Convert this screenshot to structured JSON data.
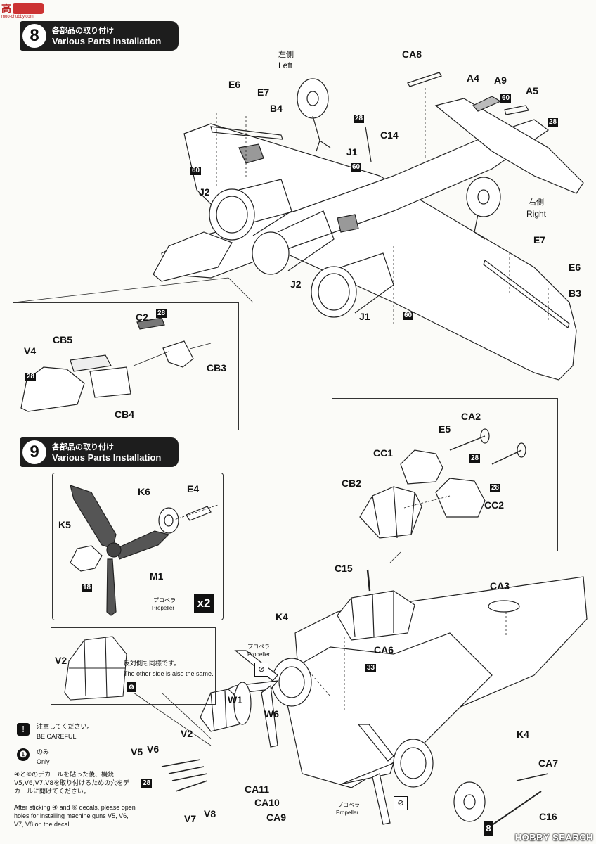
{
  "watermark": {
    "left_cn": "高",
    "left_sub": "moo-chubby.com",
    "right": "HOBBY SEARCH"
  },
  "step8": {
    "number": "8",
    "title_jp": "各部品の取り付け",
    "title_en": "Various Parts Installation",
    "labels": {
      "ca8": "CA8",
      "a4": "A4",
      "a9": "A9",
      "a5": "A5",
      "left_jp": "左側",
      "left_en": "Left",
      "e6": "E6",
      "e7": "E7",
      "b4": "B4",
      "c14": "C14",
      "j1_top": "J1",
      "j2_top": "J2",
      "right_jp": "右側",
      "right_en": "Right",
      "e7_r": "E7",
      "e6_r": "E6",
      "b3": "B3",
      "j2_bot": "J2",
      "j1_bot": "J1",
      "c2": "C2",
      "cb5": "CB5",
      "v4": "V4",
      "cb3": "CB3",
      "cb4": "CB4"
    },
    "tags": {
      "t60a": "60",
      "t28a": "28",
      "t60b": "60",
      "t28b": "28",
      "t60c": "60",
      "t60d": "60",
      "t28c": "28",
      "t28d": "28"
    }
  },
  "step9": {
    "number": "9",
    "title_jp": "各部品の取り付け",
    "title_en": "Various Parts Installation",
    "propeller_box": {
      "k6": "K6",
      "e4": "E4",
      "k5": "K5",
      "m1": "M1",
      "tag18": "18",
      "prop_jp": "プロペラ",
      "prop_en": "Propeller",
      "x2": "x2"
    },
    "canopy_box": {
      "ca2": "CA2",
      "e5": "E5",
      "cc1": "CC1",
      "cb2": "CB2",
      "cc2": "CC2",
      "tag28a": "28",
      "tag28b": "28"
    },
    "v2_box": {
      "v2": "V2",
      "note_jp": "反対側も同様です。",
      "note_en": "The other side is also the same."
    },
    "labels": {
      "c15": "C15",
      "ca3": "CA3",
      "k4_top": "K4",
      "ca6": "CA6",
      "tag33": "33",
      "prop_jp_a": "プロペラ",
      "prop_en_a": "Propeller",
      "w1": "W1",
      "w6": "W6",
      "v2": "V2",
      "v5": "V5",
      "v6": "V6",
      "v7": "V7",
      "v8": "V8",
      "tag28": "28",
      "ca11": "CA11",
      "ca10": "CA10",
      "ca9": "CA9",
      "k4_bot": "K4",
      "ca7": "CA7",
      "c16": "C16",
      "prop_jp_b": "プロペラ",
      "prop_en_b": "Propeller"
    }
  },
  "legend": {
    "careful_jp": "注意してください。",
    "careful_en": "BE CAREFUL",
    "only_jp": "のみ",
    "only_en": "Only",
    "hole_jp": "④と⑥のデカールを貼った後、機銃V5,V6,V7,V8を取り付けるための穴をデカールに開けてください。",
    "hole_en": "After sticking ④ and ⑥ decals, please open holes for installing machine guns V5, V6, V7, V8 on the decal."
  },
  "page_marker": "8"
}
